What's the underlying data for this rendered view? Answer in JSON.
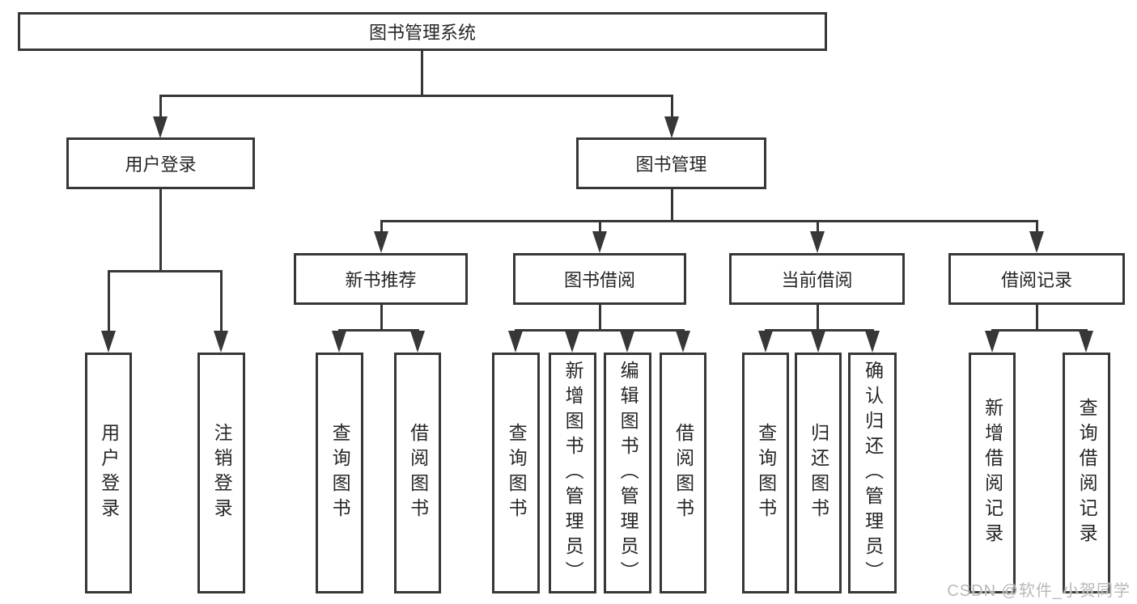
{
  "title_node": "图书管理系统",
  "level2": {
    "user_login": "用户登录",
    "book_mgmt": "图书管理"
  },
  "level3": {
    "new_books": "新书推荐",
    "book_borrow": "图书借阅",
    "current_borrow": "当前借阅",
    "borrow_records": "借阅记录"
  },
  "leaves": {
    "user_login": [
      "用户登录",
      "注销登录"
    ],
    "new_books": [
      "查询图书",
      "借阅图书"
    ],
    "book_borrow": [
      "查询图书",
      "新增图书（管理员）",
      "编辑图书（管理员）",
      "借阅图书"
    ],
    "current_borrow": [
      "查询图书",
      "归还图书",
      "确认归还（管理员）"
    ],
    "borrow_records": [
      "新增借阅记录",
      "查询借阅记录"
    ]
  },
  "watermark": "CSDN @软件_小贺同学",
  "colors": {
    "line": "#373737",
    "text": "#262626",
    "background": "#ffffff",
    "watermark": "#b9b9b9"
  }
}
